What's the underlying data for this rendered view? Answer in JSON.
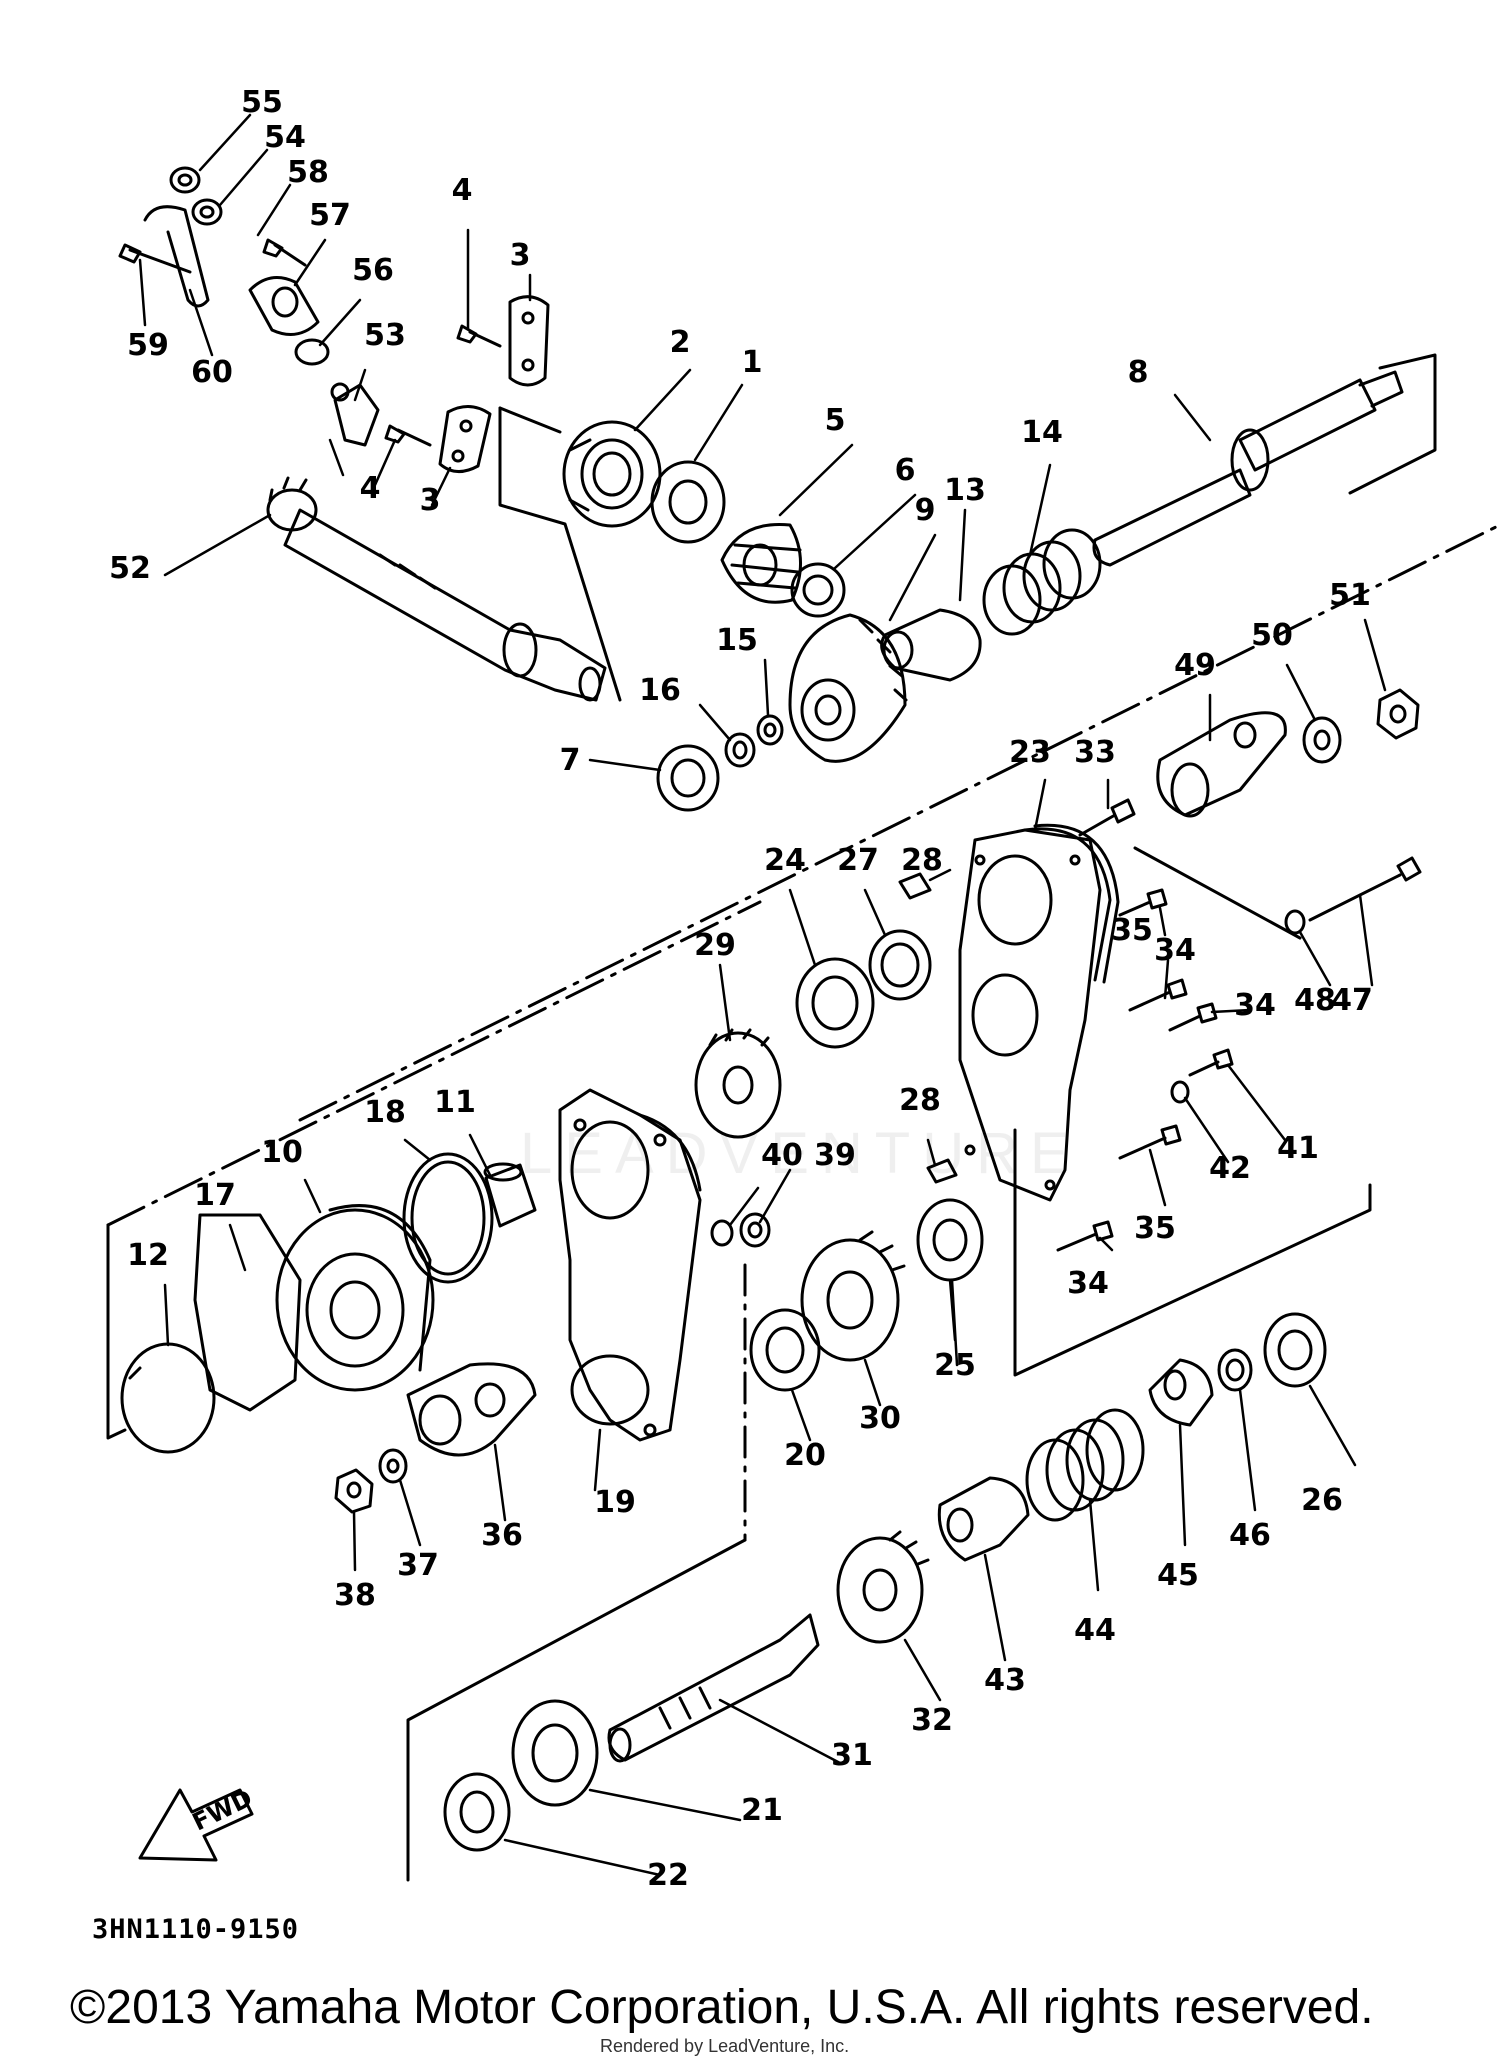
{
  "diagram": {
    "part_numbers": [
      "1",
      "2",
      "3",
      "4",
      "5",
      "6",
      "7",
      "8",
      "9",
      "10",
      "11",
      "12",
      "13",
      "14",
      "15",
      "16",
      "17",
      "18",
      "19",
      "20",
      "21",
      "22",
      "23",
      "24",
      "25",
      "26",
      "27",
      "28",
      "29",
      "30",
      "31",
      "32",
      "33",
      "34",
      "35",
      "36",
      "37",
      "38",
      "39",
      "40",
      "41",
      "42",
      "43",
      "44",
      "45",
      "46",
      "47",
      "48",
      "49",
      "50",
      "51",
      "52",
      "53",
      "54",
      "55",
      "56",
      "57",
      "58",
      "59",
      "60"
    ],
    "diagram_code": "3HN1110-9150",
    "fwd_label": "FWD",
    "watermark": "LEADVENTURE"
  },
  "footer": {
    "copyright": "©2013 Yamaha Motor Corporation, U.S.A. All rights reserved.",
    "rendered_by": "Rendered by LeadVenture, Inc."
  }
}
